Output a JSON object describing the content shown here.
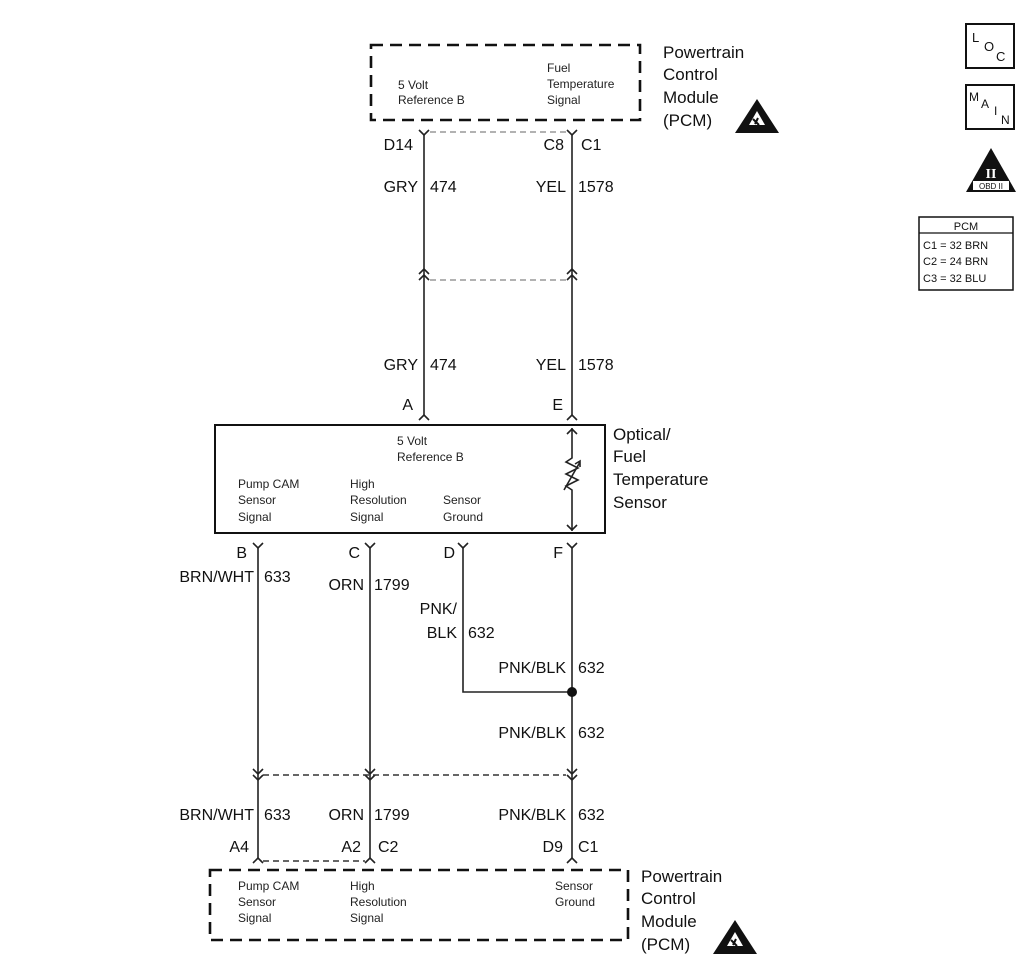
{
  "top_pcm": {
    "title_lines": [
      "Powertrain",
      "Control",
      "Module",
      "(PCM)"
    ],
    "pin_left_func": [
      "5 Volt",
      "Reference B"
    ],
    "pin_right_func": [
      "Fuel",
      "Temperature",
      "Signal"
    ],
    "pins": {
      "left": "D14",
      "right": "C8",
      "right_connector": "C1"
    }
  },
  "wires": {
    "gry_color": "GRY",
    "gry_circuit": "474",
    "yel_color": "YEL",
    "yel_circuit": "1578",
    "brnwht_color": "BRN/WHT",
    "brnwht_circuit": "633",
    "orn_color": "ORN",
    "orn_circuit": "1799",
    "pnkblk_split": [
      "PNK/",
      "BLK"
    ],
    "pnkblk_color": "PNK/BLK",
    "pnkblk_circuit": "632"
  },
  "sensor": {
    "title_lines": [
      "Optical/",
      "Fuel",
      "Temperature",
      "Sensor"
    ],
    "pins_top": {
      "a": "A",
      "e": "E"
    },
    "pins_bottom": {
      "b": "B",
      "c": "C",
      "d": "D",
      "f": "F"
    },
    "func_ref": [
      "5 Volt",
      "Reference B"
    ],
    "func_pump": [
      "Pump CAM",
      "Sensor",
      "Signal"
    ],
    "func_high": [
      "High",
      "Resolution",
      "Signal"
    ],
    "func_ground": [
      "Sensor",
      "Ground"
    ]
  },
  "bottom_pcm": {
    "title_lines": [
      "Powertrain",
      "Control",
      "Module",
      "(PCM)"
    ],
    "pins": {
      "a4": "A4",
      "a2": "A2",
      "c2": "C2",
      "d9": "D9",
      "c1": "C1"
    },
    "func_pump": [
      "Pump CAM",
      "Sensor",
      "Signal"
    ],
    "func_high": [
      "High",
      "Resolution",
      "Signal"
    ],
    "func_ground": [
      "Sensor",
      "Ground"
    ]
  },
  "legend": {
    "loc_letters": [
      "L",
      "O",
      "C"
    ],
    "main_letters": [
      "M",
      "A",
      "I",
      "N"
    ],
    "obd_numeral": "II",
    "obd_label": "OBD II",
    "pcm_table_title": "PCM",
    "pcm_table_rows": [
      "C1 = 32 BRN",
      "C2 = 24 BRN",
      "C3 = 32 BLU"
    ]
  },
  "icons": {
    "esd": "electrostatic-discharge-warning-icon"
  }
}
